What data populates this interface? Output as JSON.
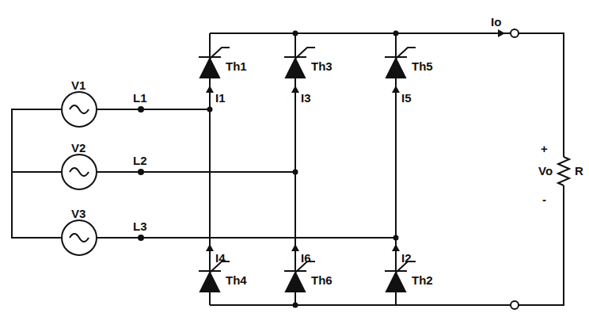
{
  "diagram": {
    "labels": [
      "V1",
      "V2",
      "V3",
      "L1",
      "L2",
      "L3",
      "Th1",
      "Th3",
      "Th5",
      "I1",
      "I3",
      "I5",
      "I4",
      "I6",
      "I2",
      "Th4",
      "Th6",
      "Th2",
      "Io",
      "+",
      "Vo",
      "R",
      "-"
    ]
  }
}
